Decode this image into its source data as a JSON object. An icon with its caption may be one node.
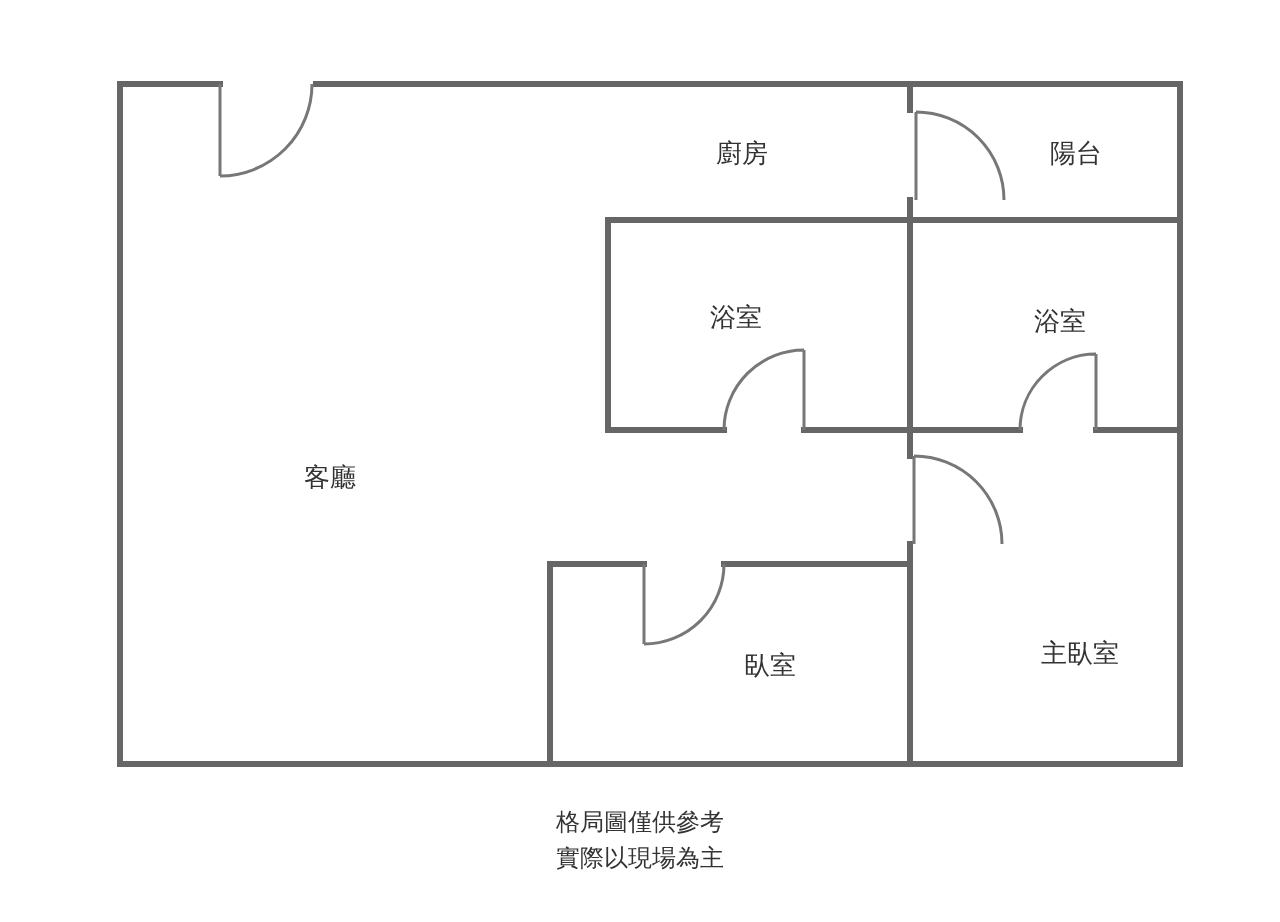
{
  "diagram": {
    "caption": "格局圖僅供參考實際以現場為主",
    "nodes": [
      {
        "text": [
          "陽台"
        ]
      },
      {
        "text": [
          "浴室"
        ]
      },
      {
        "text": [
          "浴室"
        ]
      },
      {
        "text": [
          "主臥室"
        ]
      },
      {
        "text": [
          "臥室"
        ]
      }
    ],
    "labels": [
      "廚房",
      "客廳"
    ]
  }
}
